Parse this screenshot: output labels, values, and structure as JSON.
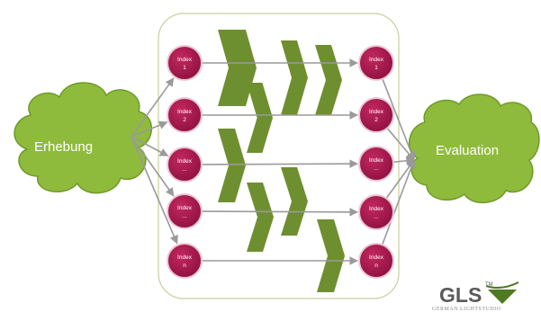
{
  "diagram": {
    "left_cloud": {
      "label": "Erhebung"
    },
    "right_cloud": {
      "label": "Evaluation"
    },
    "input_nodes": [
      {
        "line1": "Index",
        "line2": "1"
      },
      {
        "line1": "Index",
        "line2": "2"
      },
      {
        "line1": "Index",
        "line2": "..."
      },
      {
        "line1": "Index",
        "line2": "..."
      },
      {
        "line1": "Index",
        "line2": "n"
      }
    ],
    "output_nodes": [
      {
        "line1": "Index",
        "line2": "1"
      },
      {
        "line1": "Index",
        "line2": "2"
      },
      {
        "line1": "Index",
        "line2": "..."
      },
      {
        "line1": "Index",
        "line2": "..."
      },
      {
        "line1": "Index",
        "line2": "n"
      }
    ]
  },
  "logo": {
    "text": "GLS",
    "tm": "TM",
    "subtitle": "GERMAN LIGHTSTUDIO"
  },
  "colors": {
    "cloud_fill": "#8fbb3c",
    "cloud_stroke": "#6f9a2a",
    "node_fill": "#a8164a",
    "node_stroke": "#e8c9d2",
    "chevron_fill": "#6e8f2f",
    "arrow": "#9a9a9a",
    "panel_stroke": "#c9cf9a"
  }
}
